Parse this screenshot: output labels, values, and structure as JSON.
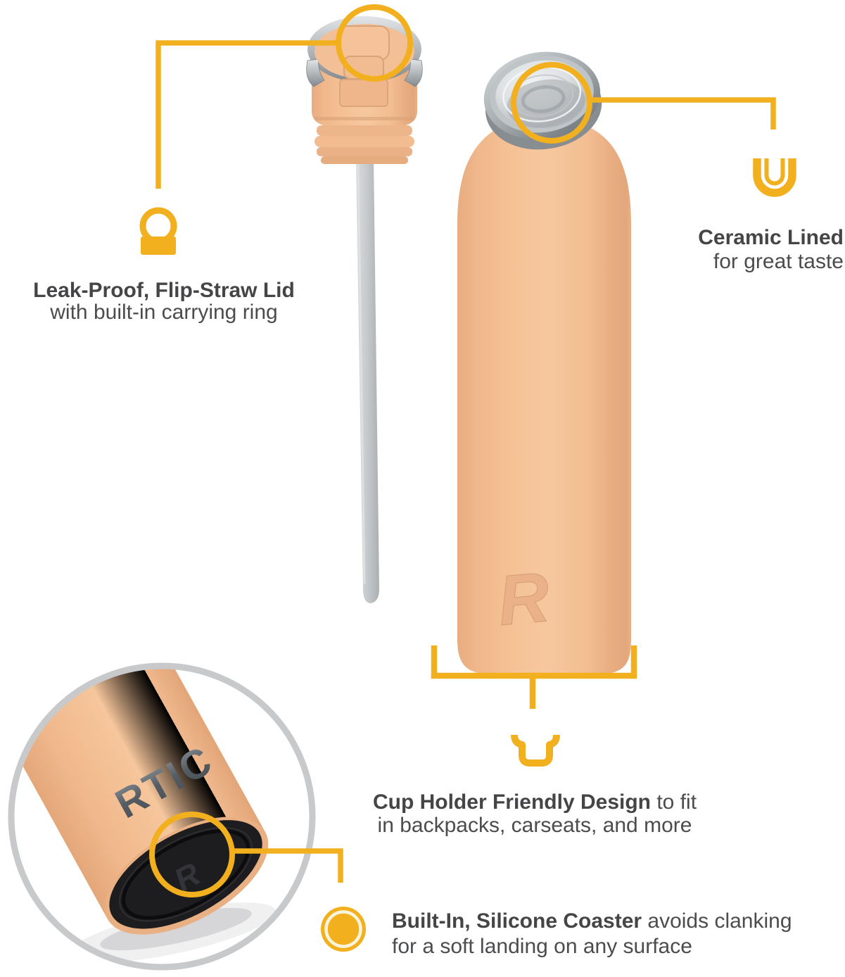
{
  "image_type": "product-feature-infographic",
  "product": "insulated water bottle with flip-straw lid",
  "colors": {
    "background": "#FFFFFF",
    "accent_yellow": "#F2B01F",
    "headline_text": "#454547",
    "body_text": "#4B4C4E",
    "bottle_peach": "#F2BD92",
    "silver_trim": "#B9BEC2",
    "straw_gray": "#C6C9CB",
    "coaster_black": "#1D1D1F",
    "inset_ring_gray": "#C7C9CB"
  },
  "branding": {
    "bottle_logo": "R",
    "inset_logo": "RTIC",
    "coaster_logo": "R"
  },
  "callouts": {
    "lid": {
      "icon": "lock-ring-icon",
      "title": "Leak-Proof, Flip-Straw Lid",
      "subtitle": "with built-in carrying ring"
    },
    "ceramic": {
      "icon": "ceramic-lining-icon",
      "title": "Ceramic Lined",
      "subtitle": "for great taste"
    },
    "cup_holder": {
      "icon": "cup-holder-icon",
      "title_bold": "Cup Holder Friendly Design",
      "title_rest": " to fit",
      "line2": "in backpacks, carseats, and more"
    },
    "coaster": {
      "icon": "coaster-icon",
      "title_bold": "Built-In, Silicone Coaster",
      "title_rest": " avoids clanking",
      "line2": "for a soft landing on any surface"
    }
  }
}
